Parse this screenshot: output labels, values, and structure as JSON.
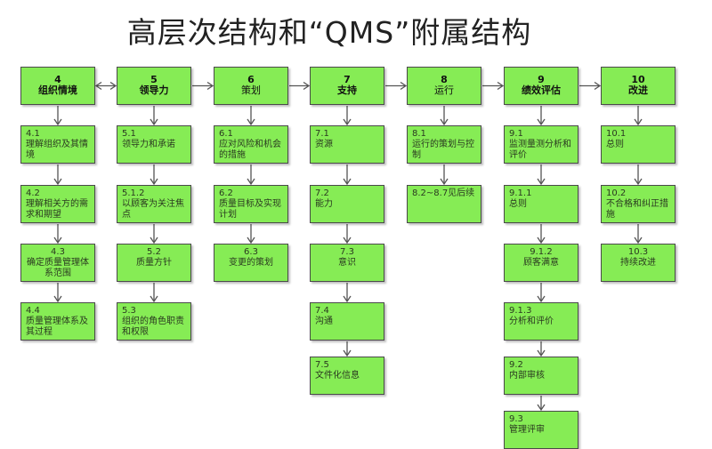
{
  "title": "高层次结构和“QMS”附属结构",
  "columns": [
    {
      "num": "4",
      "label": "组织情境",
      "bold": true,
      "items": [
        {
          "num": "4.1",
          "text": "理解组织及其情境"
        },
        {
          "num": "4.2",
          "text": "理解相关方的需求和期望"
        },
        {
          "num": "4.3",
          "text": "确定质量管理体系范围",
          "center": true
        },
        {
          "num": "4.4",
          "text": "质量管理体系及其过程"
        }
      ]
    },
    {
      "num": "5",
      "label": "领导力",
      "bold": true,
      "items": [
        {
          "num": "5.1",
          "text": "领导力和承诺"
        },
        {
          "num": "5.1.2",
          "text": "以顾客为关注焦点"
        },
        {
          "num": "5.2",
          "text": "质量方针",
          "center": true
        },
        {
          "num": "5.3",
          "text": "组织的角色职责和权限"
        }
      ]
    },
    {
      "num": "6",
      "label": "策划",
      "bold": false,
      "items": [
        {
          "num": "6.1",
          "text": "应对风险和机会的措施"
        },
        {
          "num": "6.2",
          "text": "质量目标及实现计划"
        },
        {
          "num": "6.3",
          "text": "变更的策划",
          "center": true
        }
      ]
    },
    {
      "num": "7",
      "label": "支持",
      "bold": true,
      "items": [
        {
          "num": "7.1",
          "text": "资源"
        },
        {
          "num": "7.2",
          "text": "能力"
        },
        {
          "num": "7.3",
          "text": "意识",
          "center": true
        },
        {
          "num": "7.4",
          "text": "沟通"
        },
        {
          "num": "7.5",
          "text": "文件化信息"
        }
      ]
    },
    {
      "num": "8",
      "label": "运行",
      "bold": false,
      "items": [
        {
          "num": "8.1",
          "text": "运行的策划与控制"
        },
        {
          "num": "",
          "text": "8.2~8.7见后续"
        }
      ]
    },
    {
      "num": "9",
      "label": "绩效评估",
      "bold": true,
      "items": [
        {
          "num": "9.1",
          "text": "监测量测分析和评价"
        },
        {
          "num": "9.1.1",
          "text": "总则"
        },
        {
          "num": "9.1.2",
          "text": "顾客满意",
          "center": true
        },
        {
          "num": "9.1.3",
          "text": "分析和评价"
        },
        {
          "num": "9.2",
          "text": "内部审核"
        },
        {
          "num": "9.3",
          "text": "管理评审"
        }
      ]
    },
    {
      "num": "10",
      "label": "改进",
      "bold": true,
      "items": [
        {
          "num": "10.1",
          "text": "总则"
        },
        {
          "num": "10.2",
          "text": "不合格和纠正措施"
        },
        {
          "num": "10.3",
          "text": "持续改进",
          "center": true
        }
      ]
    }
  ],
  "colors": {
    "box": "#86ec55",
    "border": "#4a4a4a",
    "arrow": "#555555"
  }
}
